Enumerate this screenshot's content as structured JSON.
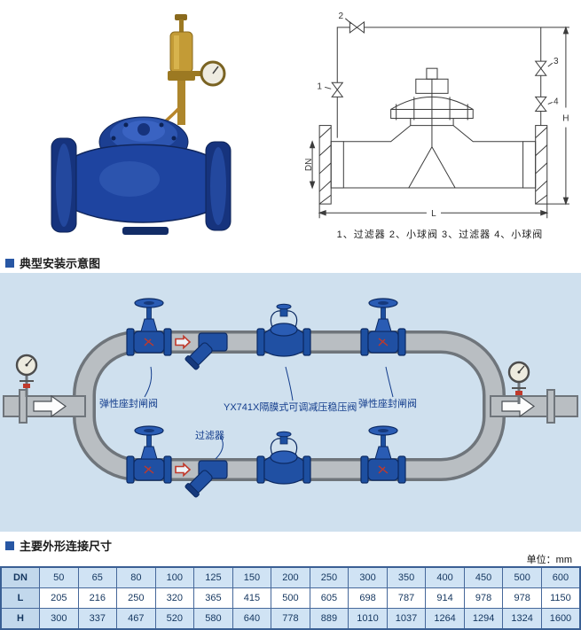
{
  "sections": {
    "install": "典型安装示意图",
    "dims": "主要外形连接尺寸",
    "unit": "单位：mm"
  },
  "drawing": {
    "caption": "1、过滤器  2、小球阀  3、过滤器  4、小球阀",
    "labels": {
      "dn": "DN",
      "l": "L",
      "h": "H",
      "n1": "1",
      "n2": "2",
      "n3": "3",
      "n4": "4"
    }
  },
  "diagram": {
    "label_gate_left": "弹性座封闸阀",
    "label_main": "YX741X隔膜式可调减压稳压阀",
    "label_strainer": "过滤器",
    "label_gate_right": "弹性座封闸阀"
  },
  "colors": {
    "panel_blue": "#cfe0ee",
    "valve_blue": "#2050a3",
    "brass": "#c39b36",
    "pipe_gray": "#b9bec2",
    "accent_red": "#c0392b"
  },
  "table": {
    "rows": [
      {
        "label": "DN",
        "values": [
          "50",
          "65",
          "80",
          "100",
          "125",
          "150",
          "200",
          "250",
          "300",
          "350",
          "400",
          "450",
          "500",
          "600"
        ]
      },
      {
        "label": "L",
        "values": [
          "205",
          "216",
          "250",
          "320",
          "365",
          "415",
          "500",
          "605",
          "698",
          "787",
          "914",
          "978",
          "978",
          "1150"
        ]
      },
      {
        "label": "H",
        "values": [
          "300",
          "337",
          "467",
          "520",
          "580",
          "640",
          "778",
          "889",
          "1010",
          "1037",
          "1264",
          "1294",
          "1324",
          "1600"
        ]
      }
    ]
  }
}
